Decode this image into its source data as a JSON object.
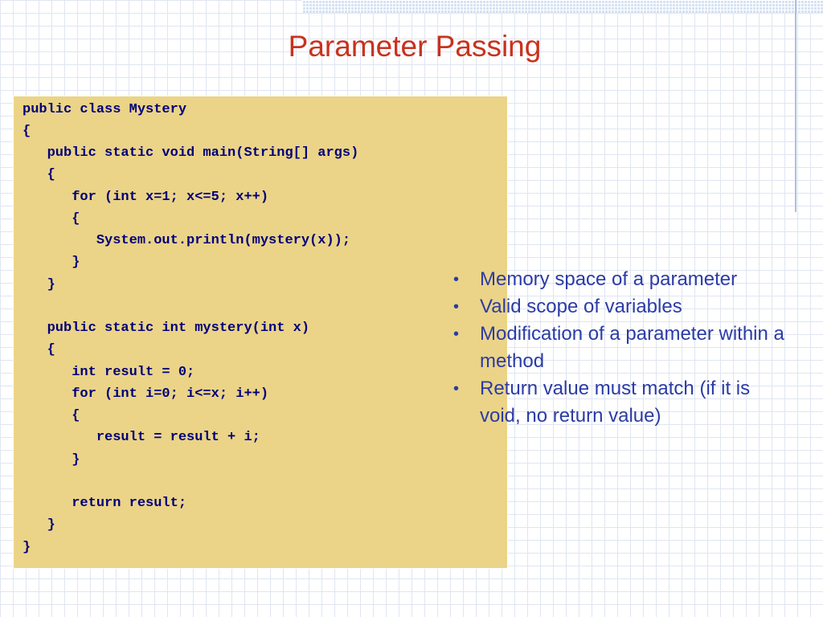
{
  "slide": {
    "title": "Parameter Passing"
  },
  "code": {
    "lines": [
      "public class Mystery",
      "{",
      "   public static void main(String[] args)",
      "   {",
      "      for (int x=1; x<=5; x++)",
      "      {",
      "         System.out.println(mystery(x));",
      "      }",
      "   }",
      "",
      "   public static int mystery(int x)",
      "   {",
      "      int result = 0;",
      "      for (int i=0; i<=x; i++)",
      "      {",
      "         result = result + i;",
      "      }",
      "",
      "      return result;",
      "   }",
      "}"
    ]
  },
  "bullets": {
    "marker": "•",
    "items": [
      "Memory space of a parameter",
      "Valid scope of variables",
      "Modification of a parameter within a method",
      "Return value must match (if it is void, no return value)"
    ]
  },
  "colors": {
    "title": "#c8321e",
    "code_background": "#ebd487",
    "code_text": "#00007a",
    "bullet_text": "#2b3ba6",
    "grid": "#dfe5f2"
  }
}
